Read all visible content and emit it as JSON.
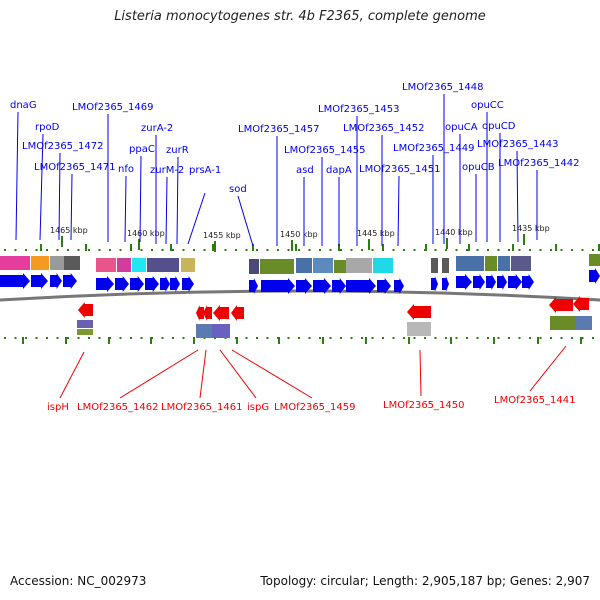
{
  "title": "Listeria monocytogenes str. 4b F2365, complete genome",
  "footer": {
    "accession": "Accession: NC_002973",
    "stats": "Topology: circular; Length: 2,905,187 bp; Genes: 2,907"
  },
  "colors": {
    "forward_gene": "#0000ee",
    "reverse_gene": "#ee0000",
    "tick": "#2e7d10",
    "backbone": "#777777"
  },
  "kbp_ticks": [
    "1465 kbp",
    "1460 kbp",
    "1455 kbp",
    "1450 kbp",
    "1445 kbp",
    "1440 kbp",
    "1435 kbp"
  ],
  "forward_labels": [
    "dnaG",
    "rpoD",
    "LMOf2365_1472",
    "LMOf2365_1471",
    "LMOf2365_1469",
    "nfo",
    "ppaC",
    "zurA-2",
    "zurM-2",
    "zurR",
    "prsA-1",
    "sod",
    "LMOf2365_1457",
    "asd",
    "LMOf2365_1455",
    "dapA",
    "LMOf2365_1453",
    "LMOf2365_1452",
    "LMOf2365_1451",
    "LMOf2365_1449",
    "LMOf2365_1448",
    "opuCA",
    "opuCB",
    "opuCC",
    "opuCD",
    "LMOf2365_1443",
    "LMOf2365_1442"
  ],
  "reverse_labels": [
    "ispH",
    "LMOf2365_1462",
    "LMOf2365_1461",
    "ispG",
    "LMOf2365_1459",
    "LMOf2365_1450",
    "LMOf2365_1441"
  ]
}
